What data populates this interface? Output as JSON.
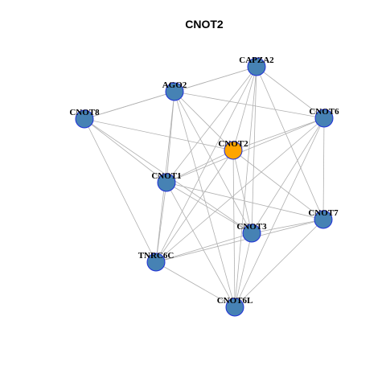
{
  "title": "CNOT2",
  "colors": {
    "node_fill": "#4682b4",
    "highlight_fill": "#ffa500",
    "node_border": "#1f2fd8",
    "edge": "#b0b0b0",
    "text": "#000000"
  },
  "nodes": [
    {
      "id": "CAPZA2",
      "label": "CAPZA2",
      "highlight": false
    },
    {
      "id": "AGO2",
      "label": "AGO2",
      "highlight": false
    },
    {
      "id": "CNOT8",
      "label": "CNOT8",
      "highlight": false
    },
    {
      "id": "CNOT6",
      "label": "CNOT6",
      "highlight": false
    },
    {
      "id": "CNOT2",
      "label": "CNOT2",
      "highlight": true
    },
    {
      "id": "CNOT1",
      "label": "CNOT1",
      "highlight": false
    },
    {
      "id": "CNOT7",
      "label": "CNOT7",
      "highlight": false
    },
    {
      "id": "CNOT3",
      "label": "CNOT3",
      "highlight": false
    },
    {
      "id": "TNRC6C",
      "label": "TNRC6C",
      "highlight": false
    },
    {
      "id": "CNOT6L",
      "label": "CNOT6L",
      "highlight": false
    }
  ],
  "edges": [
    [
      "CAPZA2",
      "AGO2"
    ],
    [
      "CAPZA2",
      "CNOT8"
    ],
    [
      "CAPZA2",
      "CNOT6"
    ],
    [
      "CAPZA2",
      "CNOT2"
    ],
    [
      "CAPZA2",
      "CNOT1"
    ],
    [
      "CAPZA2",
      "CNOT3"
    ],
    [
      "CAPZA2",
      "CNOT7"
    ],
    [
      "CAPZA2",
      "CNOT6L"
    ],
    [
      "CAPZA2",
      "TNRC6C"
    ],
    [
      "AGO2",
      "CNOT8"
    ],
    [
      "AGO2",
      "CNOT6"
    ],
    [
      "AGO2",
      "CNOT2"
    ],
    [
      "AGO2",
      "CNOT1"
    ],
    [
      "AGO2",
      "CNOT3"
    ],
    [
      "AGO2",
      "TNRC6C"
    ],
    [
      "AGO2",
      "CNOT6L"
    ],
    [
      "CNOT8",
      "CNOT2"
    ],
    [
      "CNOT8",
      "CNOT1"
    ],
    [
      "CNOT8",
      "CNOT3"
    ],
    [
      "CNOT8",
      "TNRC6C"
    ],
    [
      "CNOT6",
      "CNOT2"
    ],
    [
      "CNOT6",
      "CNOT1"
    ],
    [
      "CNOT6",
      "CNOT7"
    ],
    [
      "CNOT6",
      "CNOT3"
    ],
    [
      "CNOT6",
      "TNRC6C"
    ],
    [
      "CNOT6",
      "CNOT6L"
    ],
    [
      "CNOT2",
      "CNOT1"
    ],
    [
      "CNOT2",
      "CNOT7"
    ],
    [
      "CNOT2",
      "CNOT3"
    ],
    [
      "CNOT2",
      "TNRC6C"
    ],
    [
      "CNOT2",
      "CNOT6L"
    ],
    [
      "CNOT1",
      "CNOT7"
    ],
    [
      "CNOT1",
      "CNOT3"
    ],
    [
      "CNOT1",
      "TNRC6C"
    ],
    [
      "CNOT1",
      "CNOT6L"
    ],
    [
      "CNOT7",
      "CNOT3"
    ],
    [
      "CNOT7",
      "TNRC6C"
    ],
    [
      "CNOT7",
      "CNOT6L"
    ],
    [
      "CNOT3",
      "TNRC6C"
    ],
    [
      "CNOT3",
      "CNOT6L"
    ],
    [
      "TNRC6C",
      "CNOT6L"
    ]
  ]
}
